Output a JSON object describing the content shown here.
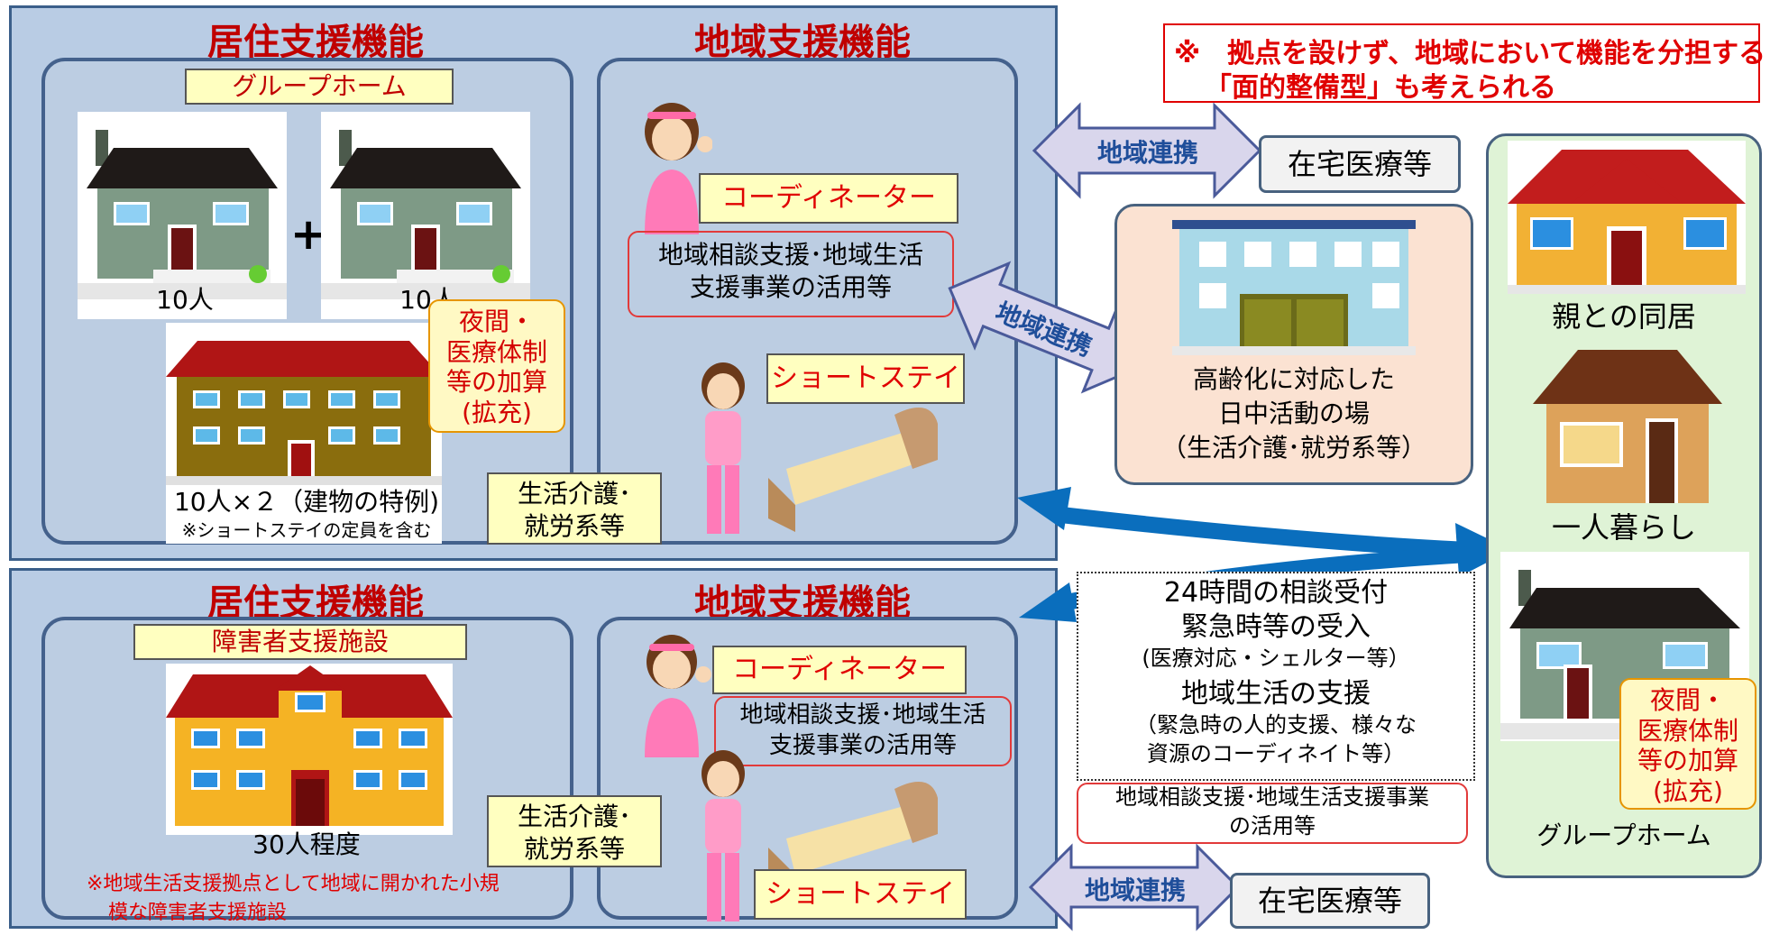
{
  "top_panel": {
    "left_heading": "居住支援機能",
    "right_heading": "地域支援機能",
    "group_home_label": "グループホーム",
    "house1_caption": "10人",
    "house2_caption": "10人",
    "plus": "+",
    "big_building_caption": "10人×２（建物の特例)",
    "big_building_note": "※ショートステイの定員を含む",
    "night_care": [
      "夜間・",
      "医療体制",
      "等の加算",
      "(拡充)"
    ],
    "coordinator": "コーディネーター",
    "consult_support": [
      "地域相談支援･地域生活",
      "支援事業の活用等"
    ],
    "short_stay": "ショートステイ",
    "daily_care": [
      "生活介護･",
      "就労系等"
    ]
  },
  "bottom_panel": {
    "left_heading": "居住支援機能",
    "right_heading": "地域支援機能",
    "facility_label": "障害者支援施設",
    "facility_caption": "30人程度",
    "facility_note": [
      "※地域生活支援拠点として地域に開かれた小規",
      "模な障害者支援施設"
    ],
    "coordinator": "コーディネーター",
    "consult_support": [
      "地域相談支援･地域生活",
      "支援事業の活用等"
    ],
    "daily_care": [
      "生活介護･",
      "就労系等"
    ],
    "short_stay": "ショートステイ"
  },
  "center": {
    "notice": [
      "※　拠点を設けず、地域において機能を分担する",
      "「面的整備型」も考えられる"
    ],
    "regional_link": "地域連携",
    "home_medical": "在宅医療等",
    "day_activity": [
      "高齢化に対応した",
      "日中活動の場",
      "（生活介護･就労系等）"
    ],
    "services": [
      "24時間の相談受付",
      "緊急時等の受入",
      "(医療対応・シェルター等）",
      "地域生活の支援",
      "（緊急時の人的支援、様々な",
      "資源のコーディネイト等）"
    ],
    "consult_support": [
      "地域相談支援･地域生活支援事業",
      "の活用等"
    ]
  },
  "right_panel": {
    "with_parents": "親との同居",
    "living_alone": "一人暮らし",
    "night_care": [
      "夜間・",
      "医療体制",
      "等の加算",
      "(拡充)"
    ],
    "group_home": "グループホーム"
  },
  "colors": {
    "heading_red": "#c00000",
    "panel_blue": "#b9cce4",
    "panel_border": "#44618c",
    "arrow_blue": "#0a6ebd",
    "link_arrow_fill": "#d9d6ec",
    "green_panel": "#dff3d6",
    "peach_panel": "#fbe2d2"
  }
}
